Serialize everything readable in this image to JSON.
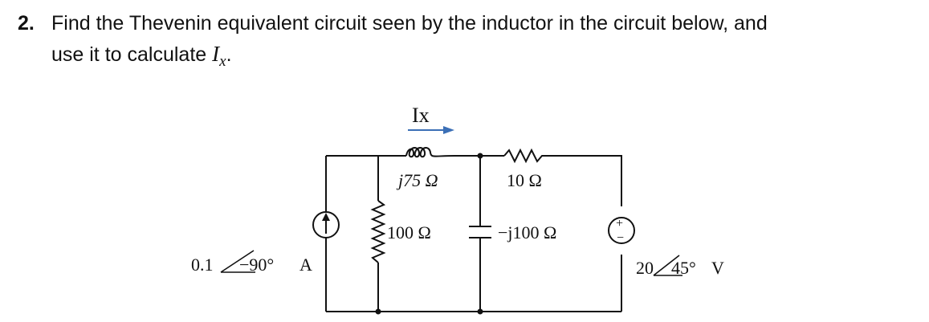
{
  "problem": {
    "number": "2.",
    "text_line1": "Find the Thevenin equivalent circuit seen by the inductor in the circuit below, and",
    "text_line2_prefix": "use it to calculate ",
    "variable": "I",
    "variable_subscript": "x",
    "text_line2_suffix": "."
  },
  "circuit": {
    "current_label": "Ix",
    "inductor_label": "j75 Ω",
    "resistor_top_label": "10 Ω",
    "resistor_left_label": "100 Ω",
    "capacitor_label": "−j100 Ω",
    "current_source": {
      "magnitude": "0.1",
      "angle": "−90°",
      "unit": "A"
    },
    "voltage_source": {
      "magnitude": "20",
      "angle": "45°",
      "unit": "V"
    },
    "voltage_plus": "+",
    "voltage_minus": "−"
  },
  "colors": {
    "ink": "#111111",
    "arrow": "#3b6fb6"
  }
}
